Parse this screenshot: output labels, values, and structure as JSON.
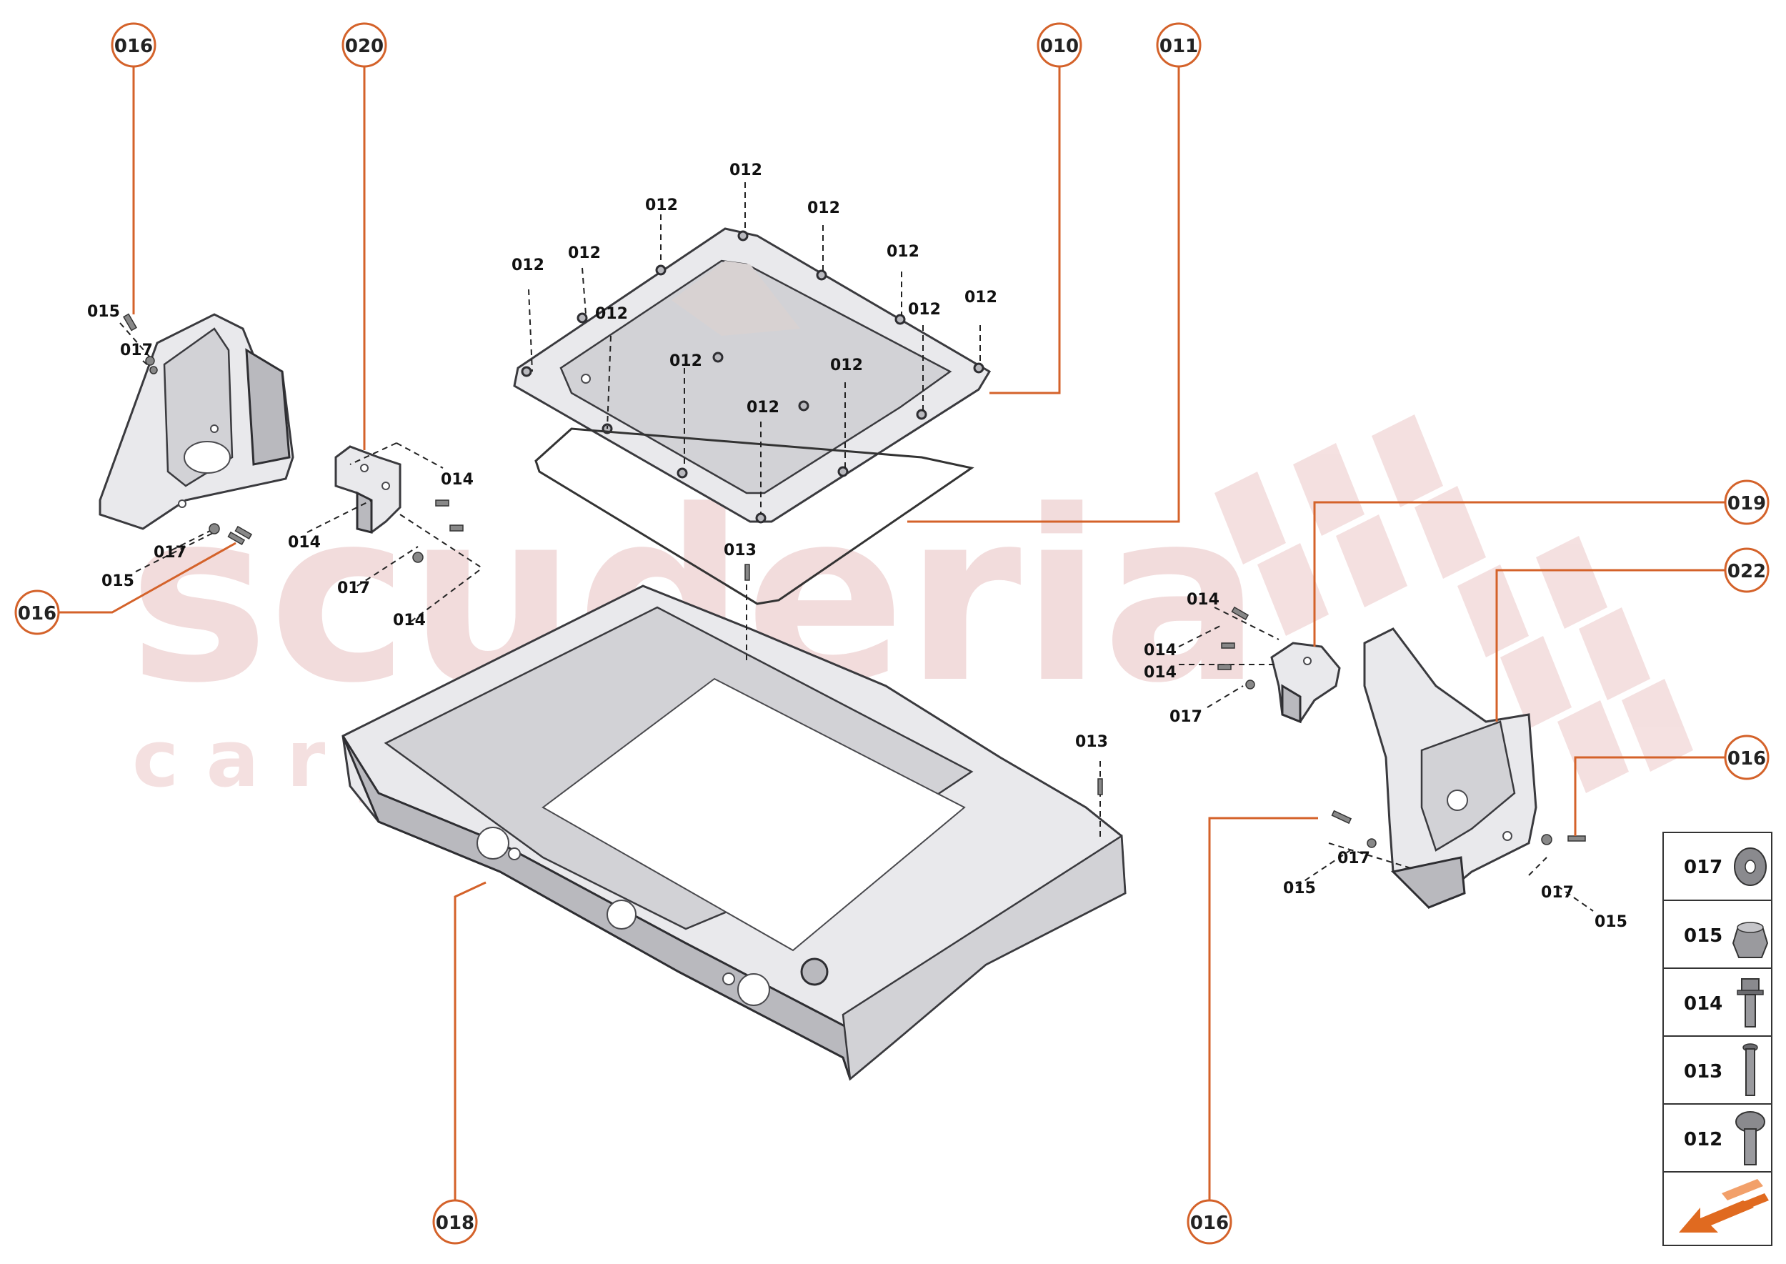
{
  "watermark": {
    "main": "scuderia",
    "sub": "c a r p a r t s"
  },
  "callouts": [
    {
      "id": "016"
    },
    {
      "id": "020"
    },
    {
      "id": "010"
    },
    {
      "id": "011"
    },
    {
      "id": "016"
    },
    {
      "id": "019"
    },
    {
      "id": "022"
    },
    {
      "id": "016"
    },
    {
      "id": "018"
    },
    {
      "id": "016"
    }
  ],
  "labels": {
    "l015a": "015",
    "l017a": "017",
    "l017b": "017",
    "l015b": "015",
    "l014a": "014",
    "l014b": "014",
    "l017c": "017",
    "l014c": "014",
    "l012a": "012",
    "l012b": "012",
    "l012c": "012",
    "l012d": "012",
    "l012e": "012",
    "l012f": "012",
    "l012g": "012",
    "l012h": "012",
    "l012i": "012",
    "l012j": "012",
    "l012k": "012",
    "l012l": "012",
    "l013a": "013",
    "l013b": "013",
    "l014d": "014",
    "l014e": "014",
    "l014f": "014",
    "l017d": "017",
    "l017e": "017",
    "l015c": "015",
    "l017f": "017",
    "l015d": "015"
  },
  "legend": [
    {
      "code": "017",
      "icon": "washer-icon"
    },
    {
      "code": "015",
      "icon": "nut-icon"
    },
    {
      "code": "014",
      "icon": "flange-bolt-icon"
    },
    {
      "code": "013",
      "icon": "screw-icon"
    },
    {
      "code": "012",
      "icon": "button-screw-icon"
    }
  ],
  "colors": {
    "accent": "#d4622a",
    "watermark": "#f2dcdc"
  }
}
